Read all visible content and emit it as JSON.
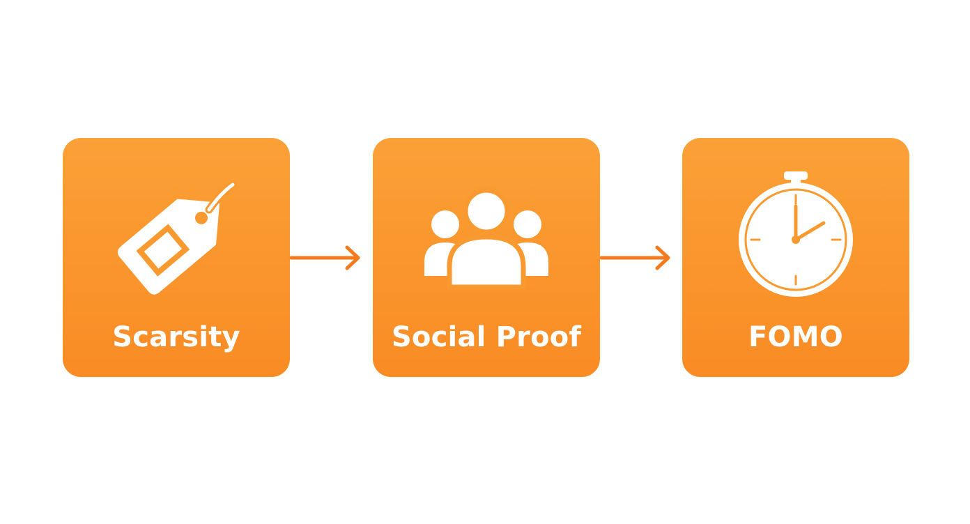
{
  "colors": {
    "card_top": "#fba137",
    "card_bottom": "#f98b24",
    "arrow": "#f37b1e",
    "icon": "#ffffff"
  },
  "steps": [
    {
      "label": "Scarsity",
      "icon": "price-tag-icon"
    },
    {
      "label": "Social Proof",
      "icon": "people-group-icon"
    },
    {
      "label": "FOMO",
      "icon": "stopwatch-icon"
    }
  ],
  "connectors": [
    {
      "icon": "arrow-right-icon"
    },
    {
      "icon": "arrow-right-icon"
    }
  ]
}
